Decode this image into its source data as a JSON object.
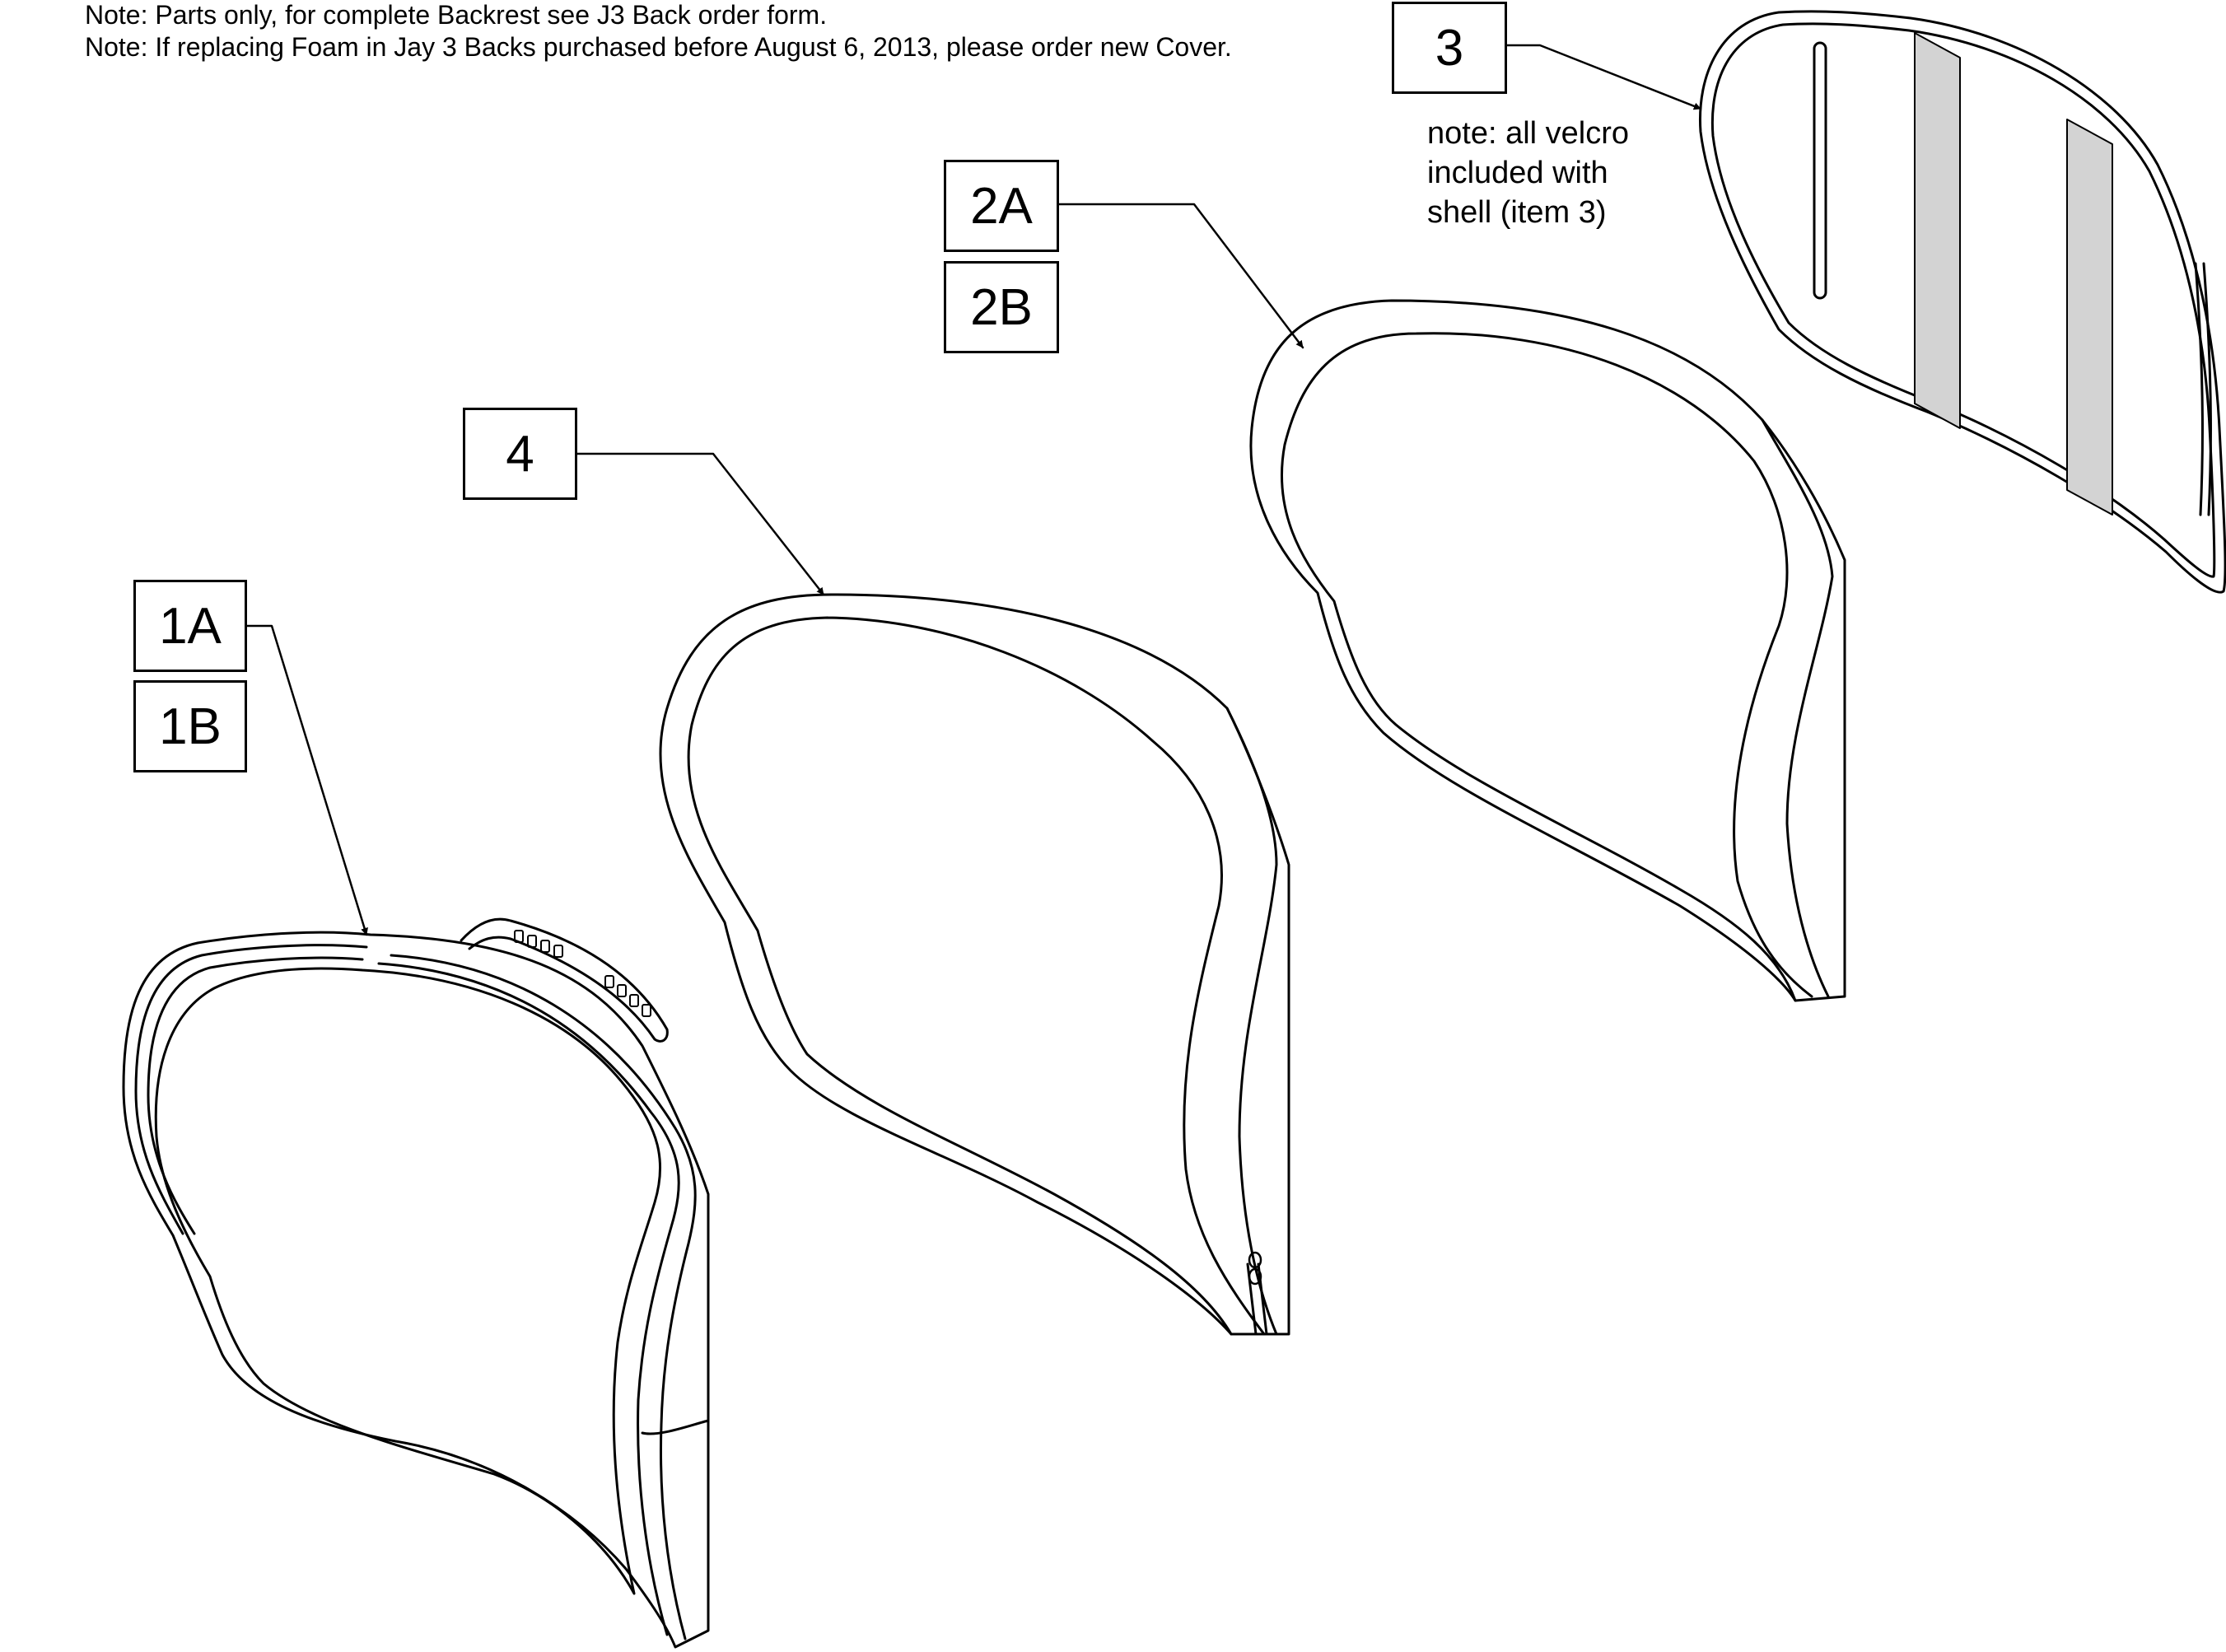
{
  "notes": {
    "line1": "Note: Parts only, for complete Backrest see J3 Back order form.",
    "line2": "Note: If replacing Foam in Jay 3 Backs purchased before August 6, 2013, please order new Cover."
  },
  "callouts": {
    "c1a": "1A",
    "c1b": "1B",
    "c4": "4",
    "c2a": "2A",
    "c2b": "2B",
    "c3": "3"
  },
  "velcro_note": {
    "line1": "note: all velcro",
    "line2": "included with",
    "line3": "shell (item 3)"
  },
  "colors": {
    "line": "#000000",
    "velcro_fill": "#d3d3d3"
  }
}
